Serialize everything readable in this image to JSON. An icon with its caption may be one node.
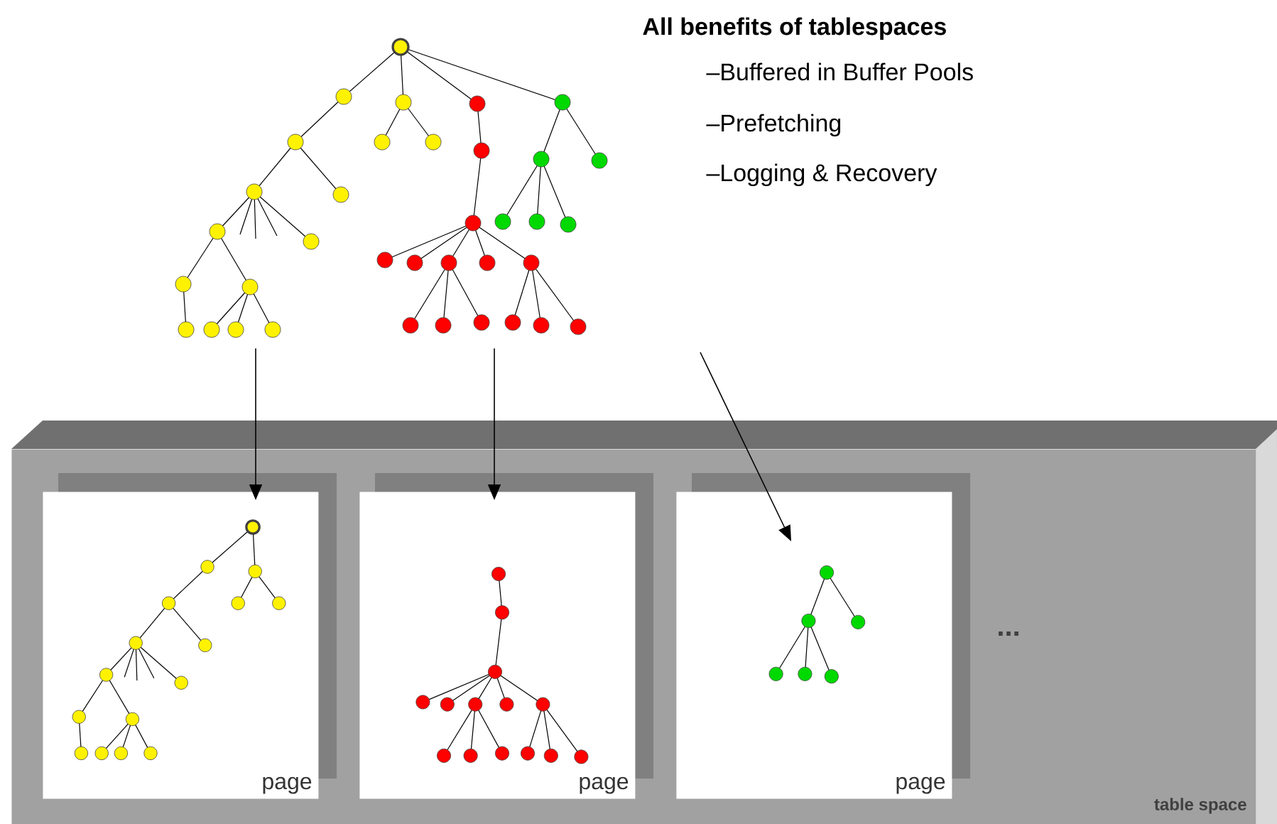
{
  "diagram": {
    "title": "All benefits of tablespaces",
    "nodes": [
      {
        "text": [],
        "shape": "picture"
      },
      {
        "text": [
          "table space"
        ]
      },
      {
        "text": [
          "page"
        ],
        "in": 1
      },
      {
        "text": [
          "page"
        ],
        "in": 1
      },
      {
        "text": [
          "page"
        ],
        "in": 1
      }
    ],
    "edges": [
      {
        "from": 0,
        "to": 2,
        "arrow": "to"
      },
      {
        "from": 0,
        "to": 3,
        "arrow": "to"
      },
      {
        "from": null,
        "to": 4,
        "arrow": "to"
      }
    ],
    "labels": [
      "–Buffered in Buffer Pools",
      "–Prefetching",
      "–Logging & Recovery",
      "..."
    ]
  }
}
